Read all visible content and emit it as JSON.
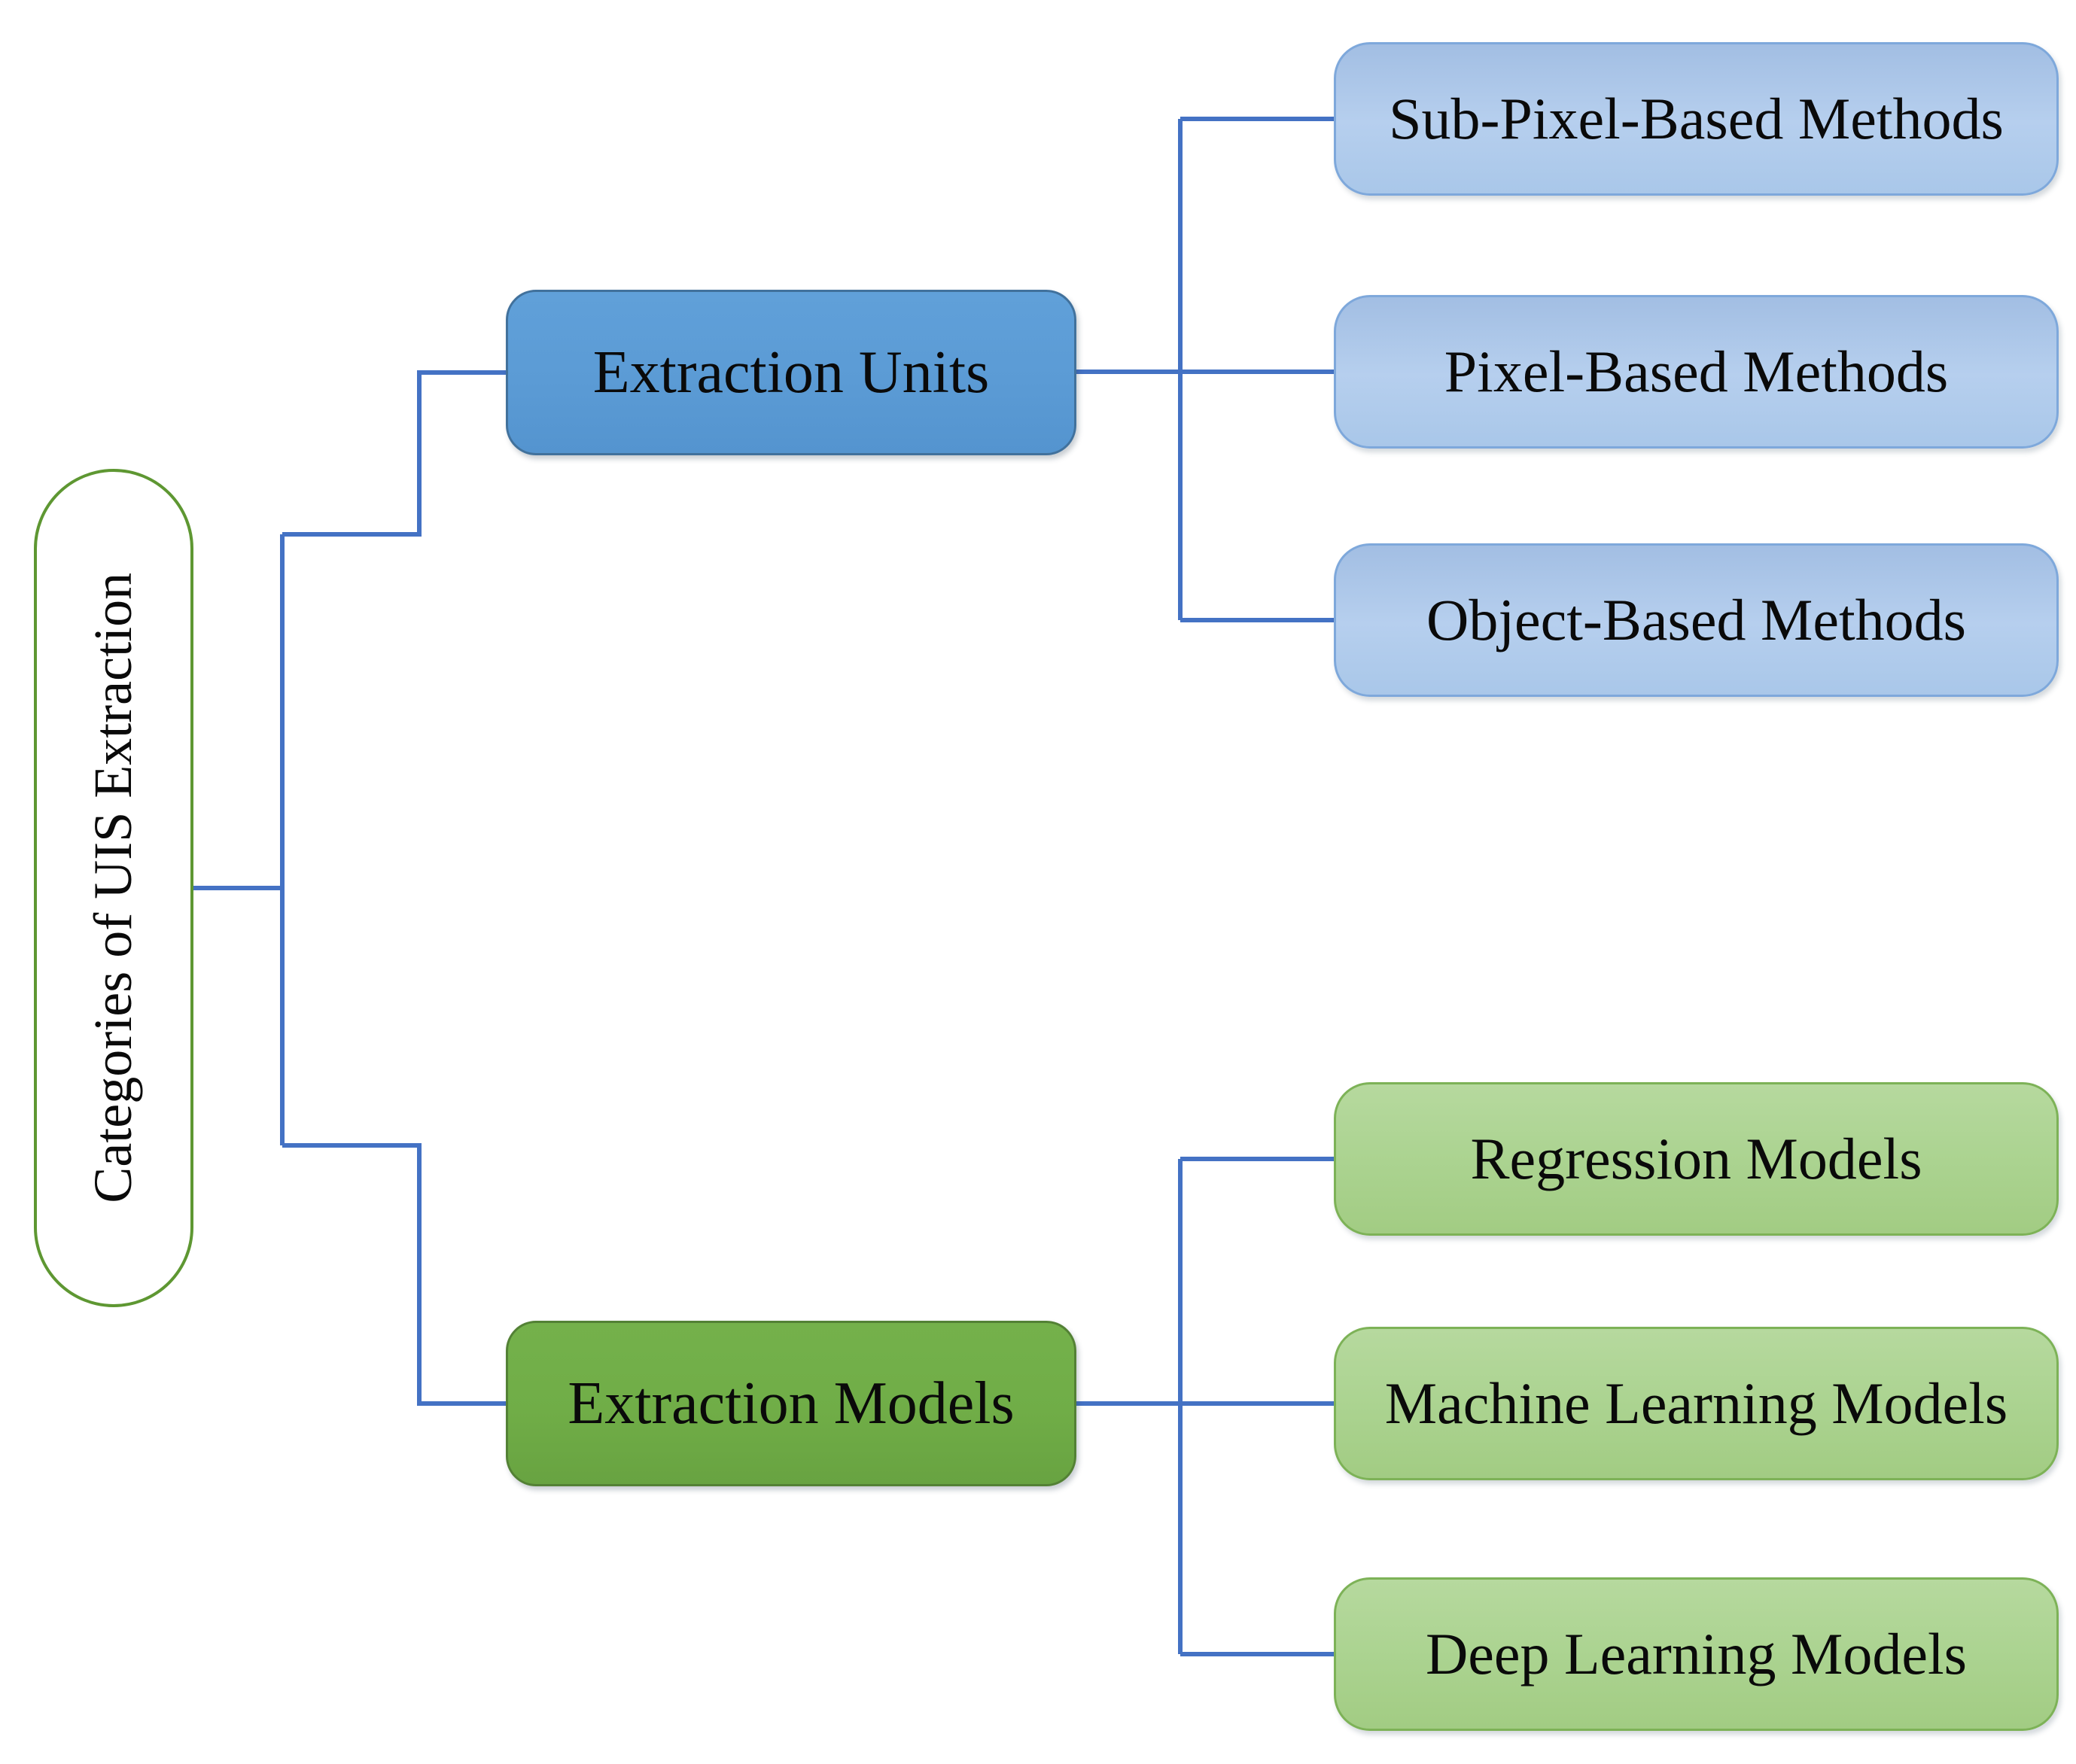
{
  "tree": {
    "root": {
      "label": "Categories of UIS Extraction"
    },
    "branches": [
      {
        "label": "Extraction Units",
        "children": [
          {
            "label": "Sub-Pixel-Based Methods"
          },
          {
            "label": "Pixel-Based Methods"
          },
          {
            "label": "Object-Based Methods"
          }
        ]
      },
      {
        "label": "Extraction Models",
        "children": [
          {
            "label": "Regression Models"
          },
          {
            "label": "Machine Learning Models"
          },
          {
            "label": "Deep Learning Models"
          }
        ]
      }
    ],
    "colors": {
      "connector": "#4472C4",
      "root_border": "#5E9732",
      "root_fill": "#FFFFFF",
      "branch_units_fill": "#5B9BD5",
      "branch_units_border": "#41719C",
      "branch_models_fill": "#70AD47",
      "branch_models_border": "#538135",
      "leaf_blue_fill": "#A9C7E9",
      "leaf_blue_border": "#7EA8DB",
      "leaf_green_fill": "#A9D18E",
      "leaf_green_border": "#7DB257",
      "text": "#000000"
    }
  }
}
